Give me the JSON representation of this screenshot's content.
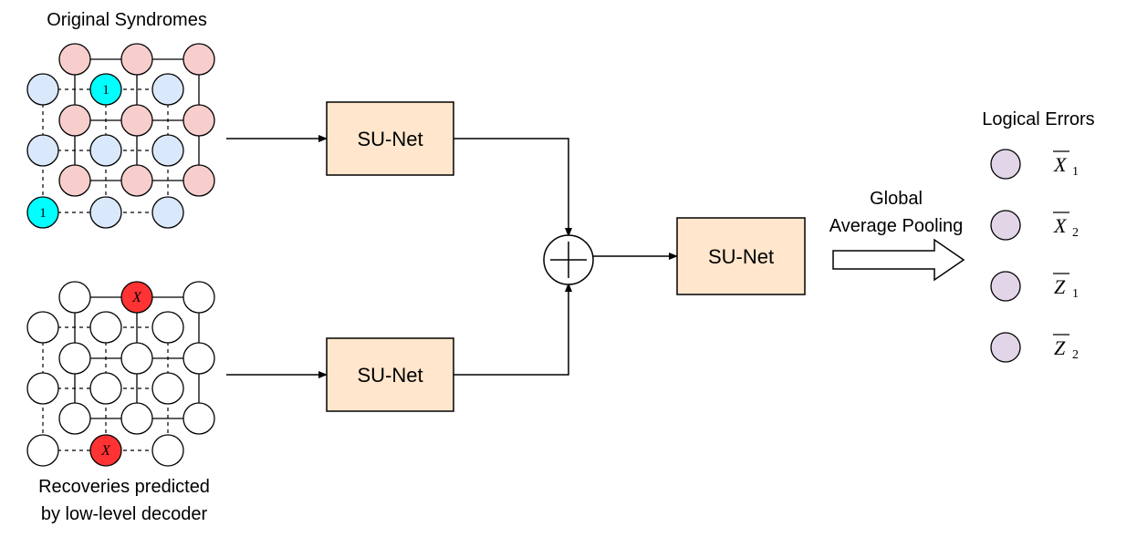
{
  "labels": {
    "original_syndromes": "Original Syndromes",
    "recoveries_line1": "Recoveries predicted",
    "recoveries_line2": "by low-level decoder",
    "logical_errors": "Logical Errors",
    "pooling_line1": "Global",
    "pooling_line2": "Average Pooling"
  },
  "blocks": {
    "top": "SU-Net",
    "bottom": "SU-Net",
    "merged": "SU-Net"
  },
  "syndrome_grid": {
    "marked_value": "1",
    "colors": {
      "plaquette": "#f8cecc",
      "vertex": "#dae8fc",
      "marked": "#00ffff",
      "stroke": "#000000"
    }
  },
  "recovery_grid": {
    "marked_value": "X",
    "colors": {
      "node": "#ffffff",
      "marked": "#ff3333",
      "stroke": "#000000"
    }
  },
  "block_fill": "#ffe6cc",
  "logical_errors": [
    {
      "symbol": "X",
      "subscript": "1"
    },
    {
      "symbol": "X",
      "subscript": "2"
    },
    {
      "symbol": "Z",
      "subscript": "1"
    },
    {
      "symbol": "Z",
      "subscript": "2"
    }
  ],
  "logical_error_fill": "#e1d5e7"
}
